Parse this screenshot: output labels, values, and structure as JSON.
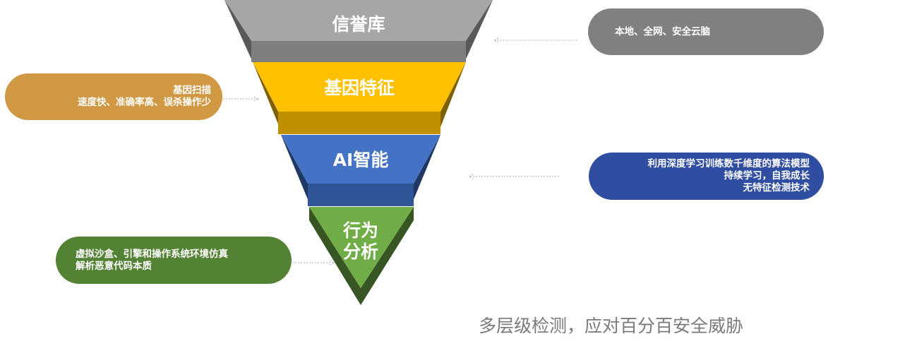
{
  "funnel": {
    "tiers": [
      {
        "label_lines": [
          "信誉库"
        ],
        "color": "#a6a6a6",
        "side_color": "#595959",
        "band_color": "#7f7f7f"
      },
      {
        "label_lines": [
          "基因特征"
        ],
        "color": "#ffc000",
        "side_color": "#7f6000",
        "band_color": "#bf9000"
      },
      {
        "label_lines": [
          "AI智能"
        ],
        "color": "#4472c4",
        "side_color": "#1f3864",
        "band_color": "#2f5597"
      },
      {
        "label_lines": [
          "行为",
          "分析"
        ],
        "color": "#70ad47",
        "side_color": "#375623",
        "band_color": "#548235"
      }
    ]
  },
  "callouts": {
    "reputation": {
      "lines": [
        "本地、全网、安全云脑"
      ],
      "color": "#808080"
    },
    "gene": {
      "lines": [
        "基因扫描",
        "速度快、准确率高、误杀操作少"
      ],
      "color": "#d09842"
    },
    "ai": {
      "lines": [
        "利用深度学习训练数千维度的算法模型",
        "持续学习，自我成长",
        "无特征检测技术"
      ],
      "color": "#2f4ea2"
    },
    "behavior": {
      "lines": [
        "虚拟沙盒、引擎和操作系统环境仿真",
        "解析恶意代码本质"
      ],
      "color": "#548235"
    }
  },
  "tagline": "多层级检测，应对百分百安全威胁"
}
